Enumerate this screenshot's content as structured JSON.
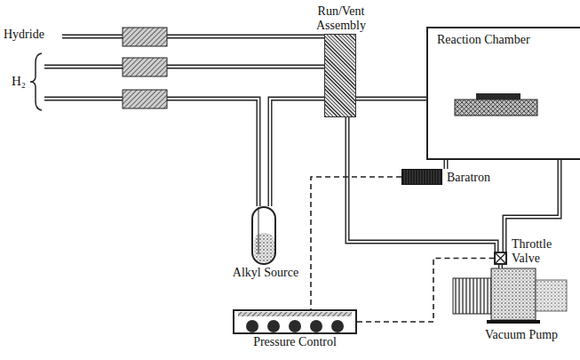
{
  "diagram": {
    "nodes": [
      {
        "text": [
          "Run/Vent Assembly"
        ]
      },
      {
        "text": [
          "Reaction Chamber"
        ]
      },
      {
        "text": [
          "Baratron"
        ]
      },
      {
        "text": [
          "Alkyl Source"
        ]
      },
      {
        "text": [
          "Pressure Control"
        ]
      },
      {
        "text": [
          "Throttle Valve"
        ]
      },
      {
        "text": [
          "Vacuum Pump"
        ]
      }
    ],
    "edges": [
      {
        "from": 0,
        "to": 1,
        "arrow": "none"
      },
      {
        "from": 0,
        "to": 5,
        "arrow": "none"
      },
      {
        "from": 1,
        "to": 5,
        "arrow": "none"
      },
      {
        "from": 1,
        "to": 2,
        "arrow": "none"
      },
      {
        "from": 2,
        "to": 4,
        "arrow": "none"
      },
      {
        "from": 4,
        "to": 5,
        "arrow": "none"
      },
      {
        "from": 3,
        "to": 0,
        "arrow": "none"
      },
      {
        "from": 5,
        "to": 6,
        "arrow": "none"
      }
    ],
    "labels": [
      "Hydride",
      "H₂"
    ]
  }
}
